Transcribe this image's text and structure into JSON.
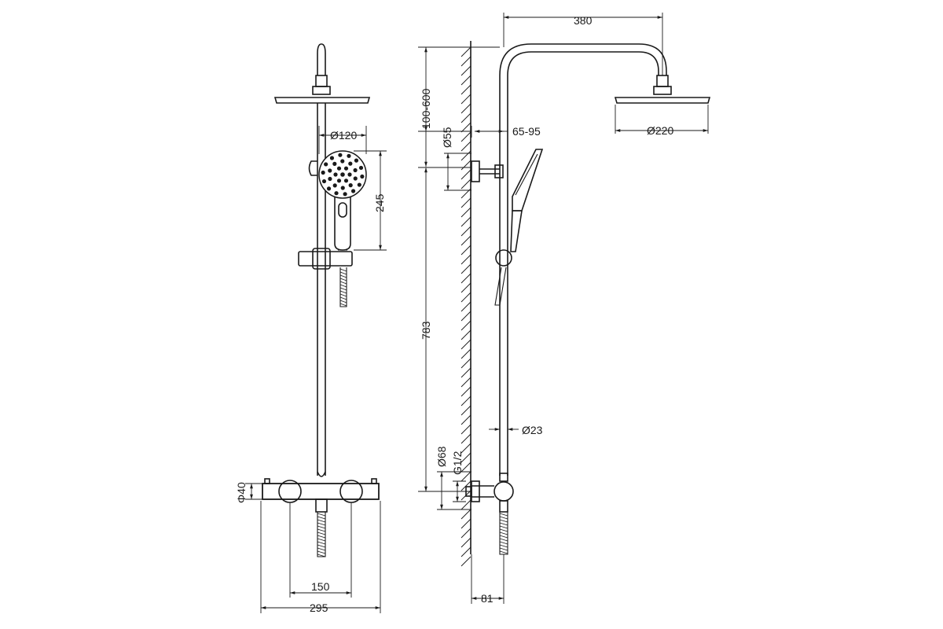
{
  "dimensions": {
    "wall_to_head": "380",
    "head_dia": "Ø220",
    "arm_height": "100-600",
    "outlet_dia": "Ø55",
    "wall_offset": "65-95",
    "hand_dia": "Ø120",
    "hand_len": "245",
    "bar_length": "783",
    "bar_dia": "Ø23",
    "valve_cover_dia": "Ø68",
    "thread": "G1/2",
    "body_dia": "Φ40",
    "inlet_spacing": "150",
    "total_width": "295",
    "bottom_offset": "81"
  }
}
